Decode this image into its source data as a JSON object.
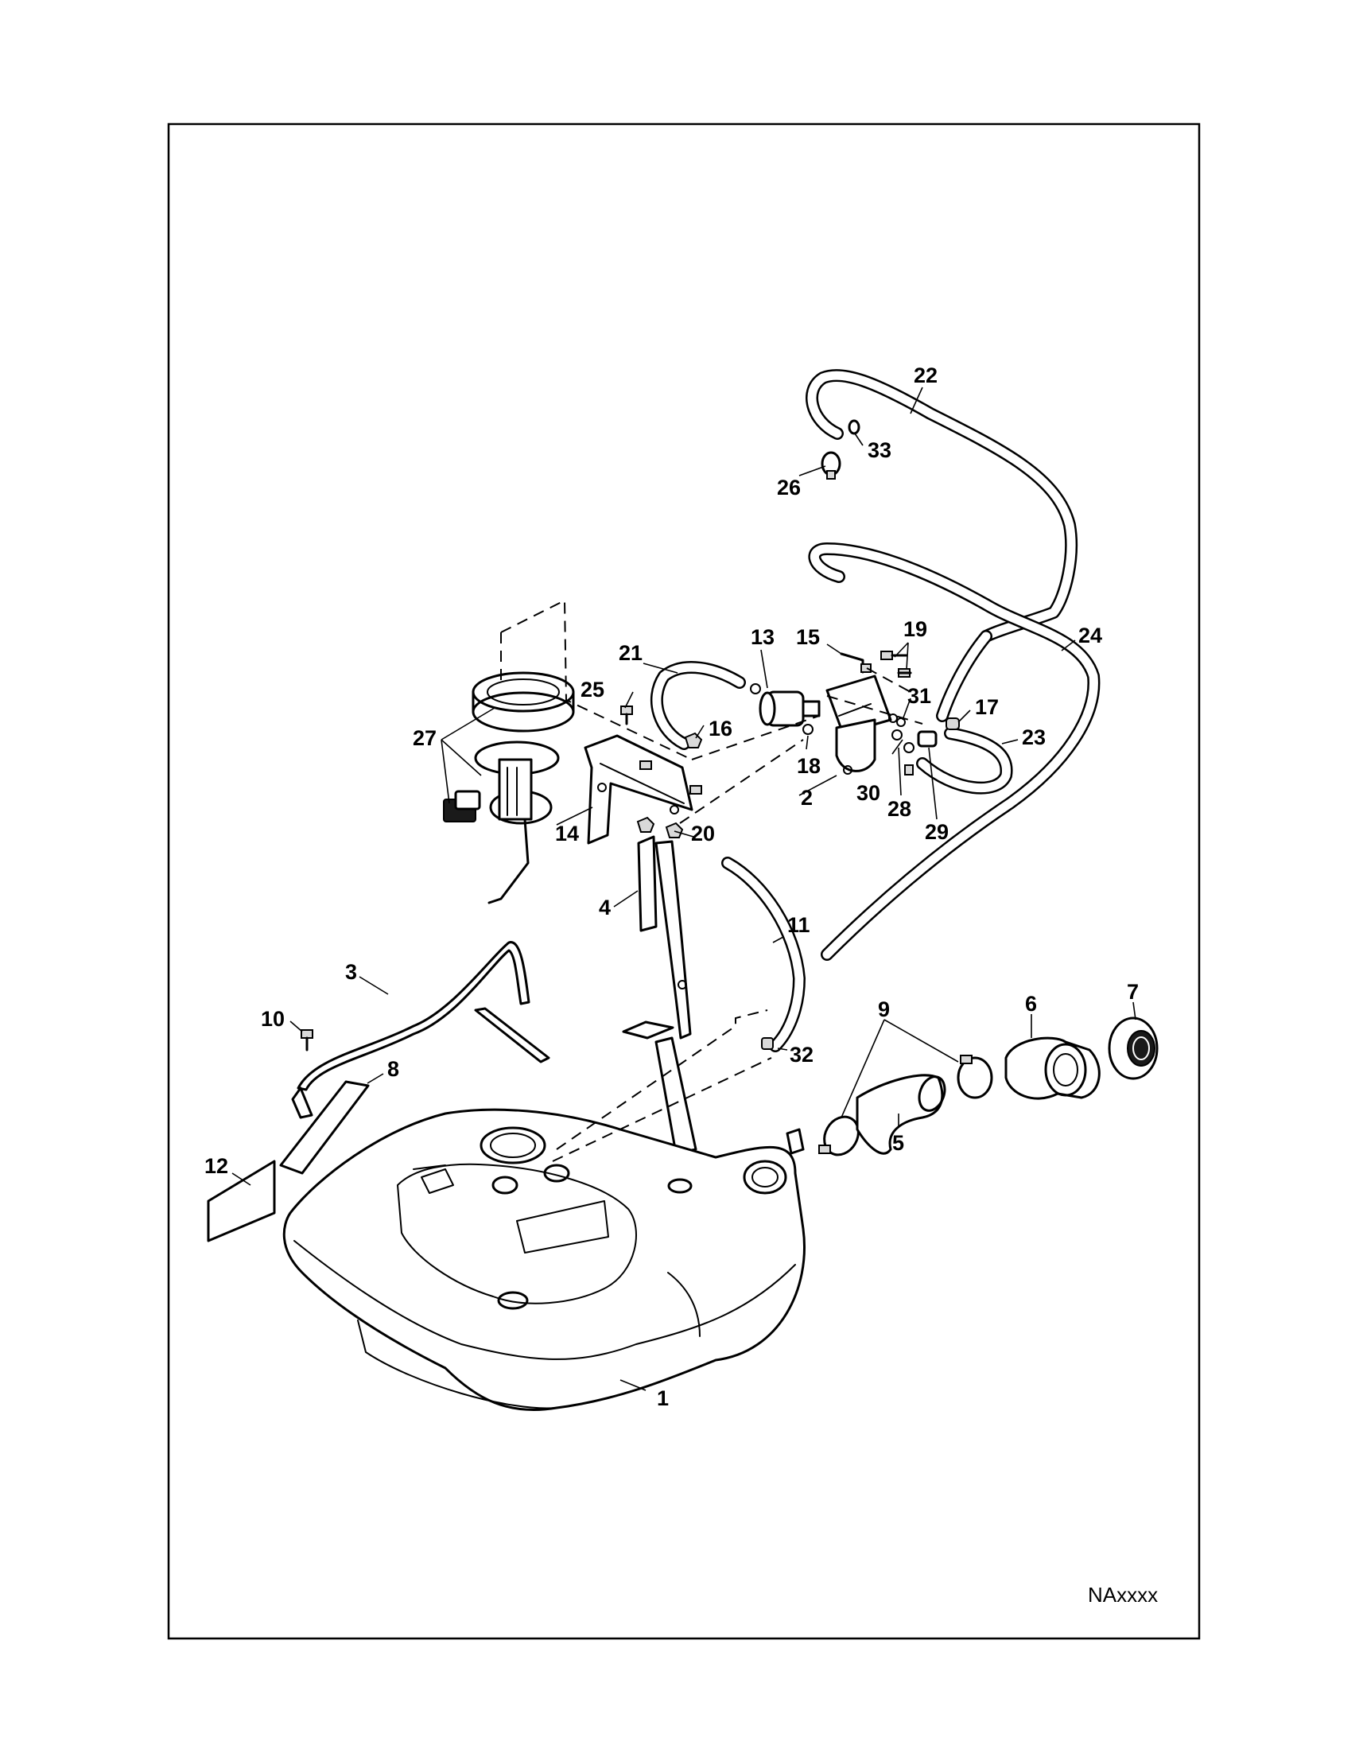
{
  "drawing_ref": "NAxxxx",
  "callouts": {
    "c1": "1",
    "c2": "2",
    "c3": "3",
    "c4": "4",
    "c5": "5",
    "c6": "6",
    "c7": "7",
    "c8": "8",
    "c9": "9",
    "c10": "10",
    "c11": "11",
    "c12": "12",
    "c13": "13",
    "c14": "14",
    "c15": "15",
    "c16": "16",
    "c17": "17",
    "c18": "18",
    "c19": "19",
    "c20": "20",
    "c21": "21",
    "c22": "22",
    "c23": "23",
    "c24": "24",
    "c25": "25",
    "c26": "26",
    "c27": "27",
    "c28": "28",
    "c29": "29",
    "c30": "30",
    "c31": "31",
    "c32": "32",
    "c33": "33"
  }
}
